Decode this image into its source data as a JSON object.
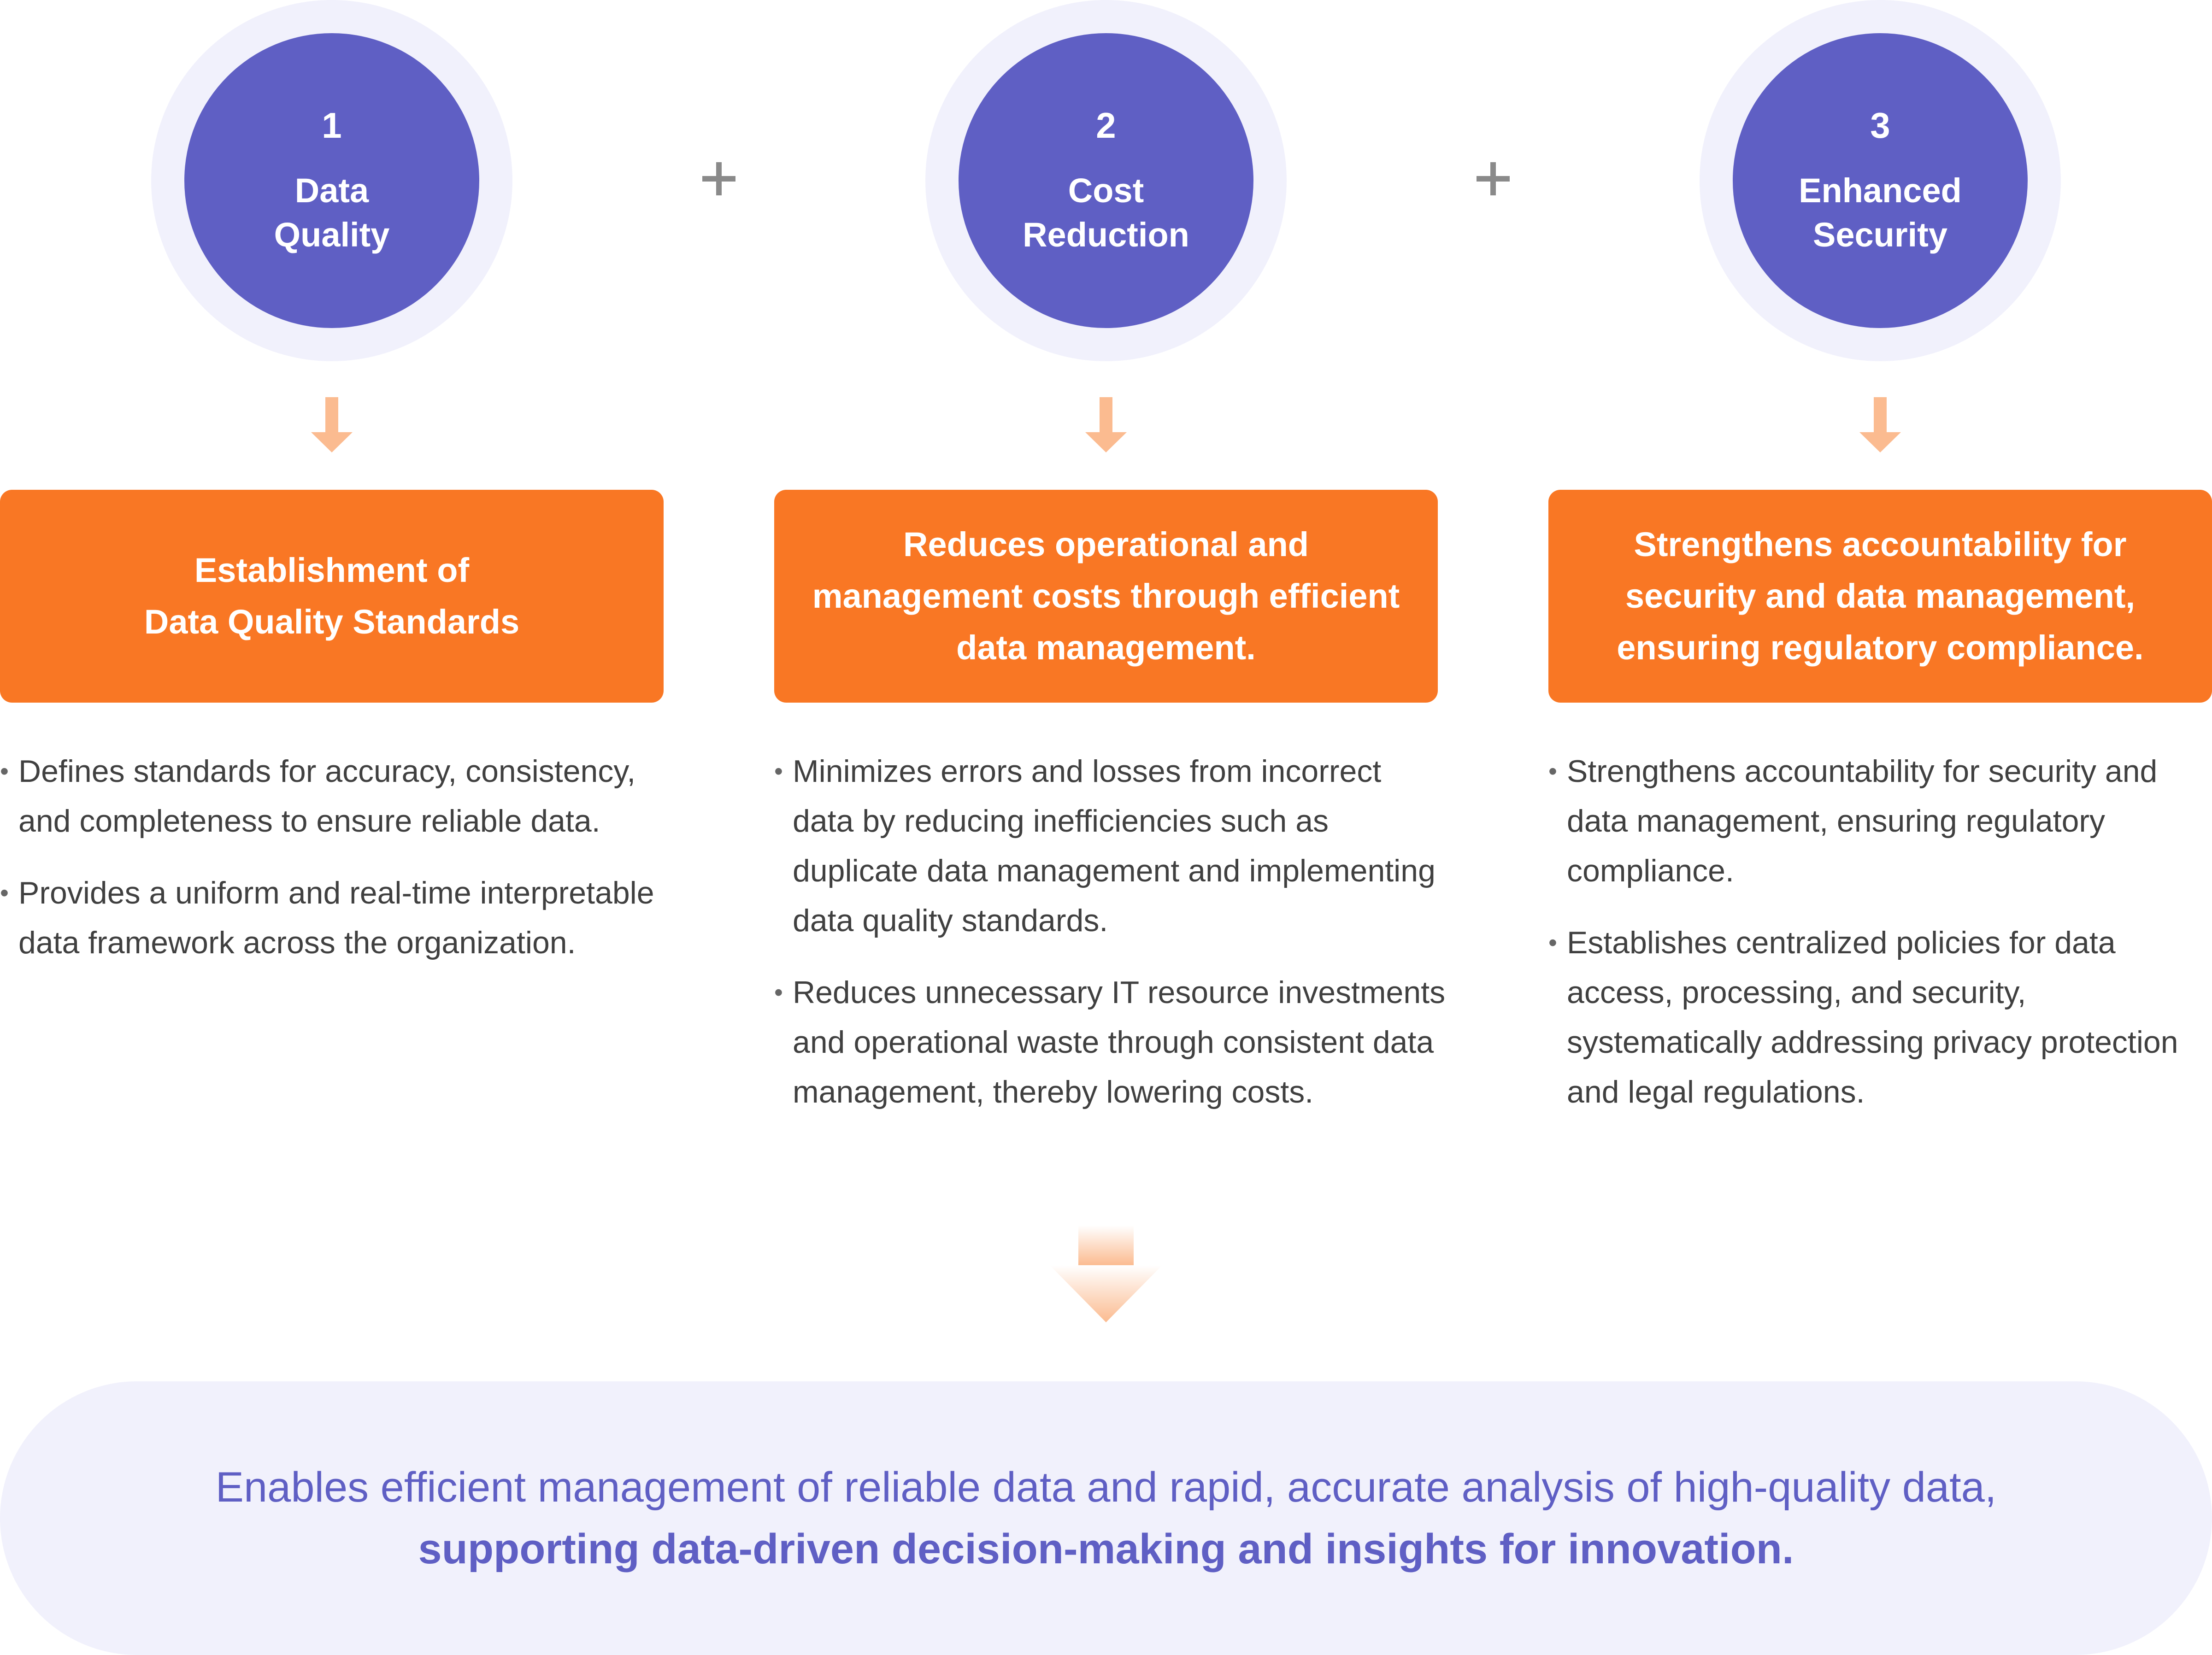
{
  "pillars": [
    {
      "number": "1",
      "title": "Data\nQuality",
      "summary": "Establishment of\nData Quality Standards",
      "bullets": [
        "Defines standards for accuracy, consistency, and completeness to ensure reliable data.",
        "Provides a uniform and real-time interpretable data framework across the organization."
      ]
    },
    {
      "number": "2",
      "title": "Cost\nReduction",
      "summary": "Reduces operational and\nmanagement costs through efficient\ndata management.",
      "bullets": [
        "Minimizes errors and losses from incorrect data by reducing inefficiencies such as duplicate data management and implementing data quality standards.",
        "Reduces unnecessary IT resource investments and operational waste through consistent data management, thereby lowering costs."
      ]
    },
    {
      "number": "3",
      "title": "Enhanced\nSecurity",
      "summary": "Strengthens accountability for\nsecurity and data management,\nensuring regulatory compliance.",
      "bullets": [
        "Strengthens accountability for security and data management, ensuring regulatory compliance.",
        "Establishes centralized policies for data access, processing, and security, systematically addressing privacy protection and legal regulations."
      ]
    }
  ],
  "connector_icon": "plus-icon",
  "conclusion": {
    "line1": "Enables efficient management of reliable data and rapid, accurate analysis of high-quality data,",
    "line2": "supporting data-driven decision-making and insights for innovation."
  },
  "colors": {
    "circle": "#5f5fc4",
    "halo": "#f1f1fc",
    "box": "#f97724",
    "arrow": "#fbbb90",
    "text": "#404040"
  }
}
